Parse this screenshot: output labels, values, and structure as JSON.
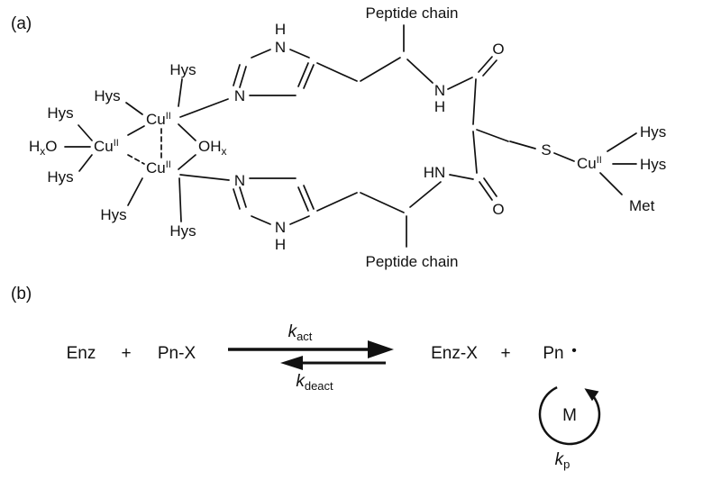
{
  "panel_a": {
    "label": "(a)",
    "peptide_chain": "Peptide chain",
    "hys": "Hys",
    "met": "Met",
    "cu": "Cu",
    "cu_oxidation": "II",
    "hxo_h": "H",
    "hxo_x": "x",
    "hxo_o": "O",
    "ohx_oh": "OH",
    "ohx_x": "x",
    "n": "N",
    "h": "H",
    "hn": "HN",
    "o": "O",
    "s": "S"
  },
  "panel_b": {
    "label": "(b)",
    "enzyme": "Enz",
    "plus": "+",
    "initiator": "Pn-X",
    "k_act_k": "k",
    "k_act_sub": "act",
    "k_deact_k": "k",
    "k_deact_sub": "deact",
    "product": "Enz-X",
    "radical": "Pn",
    "radical_dot": "•",
    "monomer": "M",
    "k_p_k": "k",
    "k_p_sub": "p"
  }
}
